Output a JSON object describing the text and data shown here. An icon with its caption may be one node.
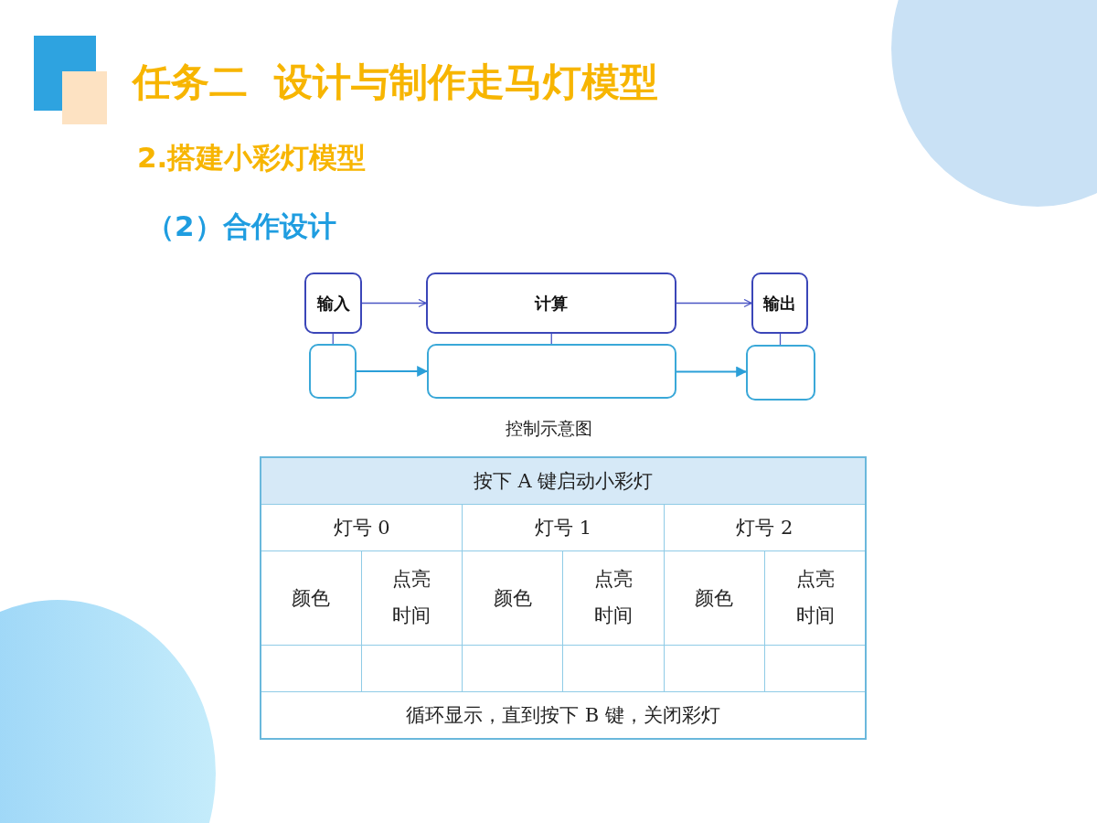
{
  "diagram": {
    "title": "任务二  设计与制作走马灯模型",
    "caption": "控制示意图",
    "nodes": [
      {
        "text": [
          "输入"
        ]
      },
      {
        "text": [
          "计算"
        ]
      },
      {
        "text": [
          "输出"
        ]
      },
      {
        "text": [],
        "shape": "box"
      },
      {
        "text": [],
        "shape": "box"
      },
      {
        "text": [],
        "shape": "box"
      }
    ],
    "edges": [
      {
        "from": 0,
        "to": 1,
        "arrow": "to"
      },
      {
        "from": 1,
        "to": 2,
        "arrow": "to"
      },
      {
        "from": 0,
        "to": 3,
        "arrow": "none"
      },
      {
        "from": 1,
        "to": 4,
        "arrow": "none"
      },
      {
        "from": 2,
        "to": 5,
        "arrow": "none"
      },
      {
        "from": 3,
        "to": 4,
        "arrow": "to",
        "color": "#2b9fd8"
      },
      {
        "from": 4,
        "to": 5,
        "arrow": "to",
        "color": "#2b9fd8"
      }
    ],
    "labels": [
      "2.搭建小彩灯模型",
      "（2）合作设计",
      "按下 A 键启动小彩灯",
      "灯号 0",
      "灯号 1",
      "灯号 2",
      "颜色",
      "点亮时间",
      "颜色",
      "点亮时间",
      "颜色",
      "点亮时间",
      "循环显示，直到按下 B 键，关闭彩灯"
    ]
  }
}
